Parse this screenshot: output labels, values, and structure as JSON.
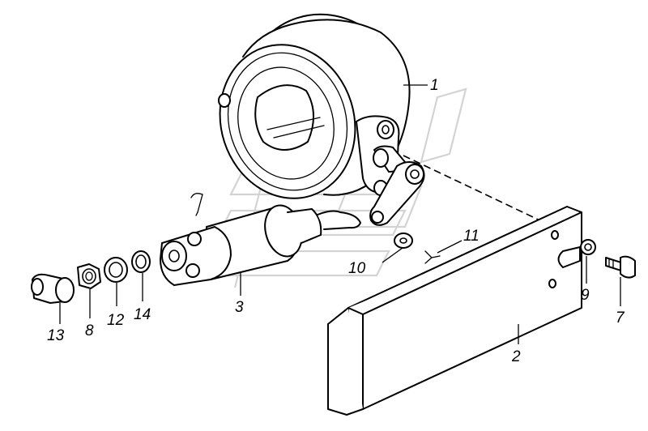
{
  "callouts": [
    {
      "id": "1",
      "text": "1"
    },
    {
      "id": "2",
      "text": "2"
    },
    {
      "id": "3",
      "text": "3"
    },
    {
      "id": "7",
      "text": "7"
    },
    {
      "id": "8",
      "text": "8"
    },
    {
      "id": "9",
      "text": "9"
    },
    {
      "id": "10",
      "text": "10"
    },
    {
      "id": "11",
      "text": "11"
    },
    {
      "id": "12",
      "text": "12"
    },
    {
      "id": "13",
      "text": "13"
    },
    {
      "id": "14",
      "text": "14"
    }
  ],
  "colors": {
    "line": "#000000",
    "background": "#ffffff",
    "watermark": "#d3d3d3"
  }
}
